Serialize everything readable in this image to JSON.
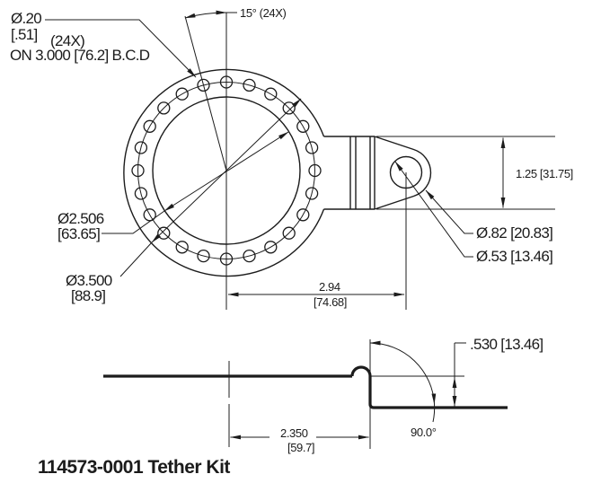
{
  "title": "114573-0001 Tether Kit",
  "colors": {
    "line": "#1c1c1c",
    "text": "#1b1b1b",
    "background": "#ffffff"
  },
  "labels": {
    "hole_dia_in": "Ø.20",
    "hole_dia_mm": "[.51]",
    "hole_count": "(24X)",
    "bolt_circle_note": "ON 3.000 [76.2] B.C.D",
    "hole_angle": "15° (24X)",
    "inner_dia_in": "Ø2.506",
    "inner_dia_mm": "[63.65]",
    "outer_dia_in": "Ø3.500",
    "outer_dia_mm": "[88.9]",
    "tab_width": "1.25 [31.75]",
    "lug_od": "Ø.82 [20.83]",
    "lug_hole": "Ø.53 [13.46]",
    "center_to_lug_in": "2.94",
    "center_to_lug_mm": "[74.68]",
    "flange_offset": ".530 [13.46]",
    "bend_dist_in": "2.350",
    "bend_dist_mm": "[59.7]",
    "bend_angle": "90.0°"
  }
}
